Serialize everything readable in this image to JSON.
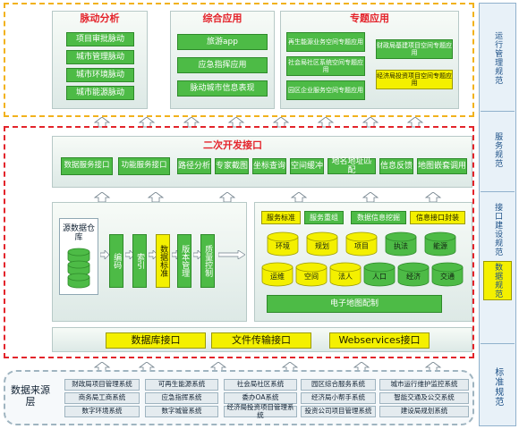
{
  "top": {
    "pulse": {
      "title": "脉动分析",
      "items": [
        "项目审批脉动",
        "城市管理脉动",
        "城市环境脉动",
        "城市能源脉动"
      ]
    },
    "integrated": {
      "title": "综合应用",
      "items": [
        "旅游app",
        "应急指挥应用",
        "脉动城市信息表现"
      ]
    },
    "special": {
      "title": "专题应用",
      "items": [
        "再生能源业务空间专题应用",
        "社会局社区系统空间专题应用",
        "园区企业服务空间专题应用",
        "财政局基建项目空间专题应用",
        "经济局投资项目空间专题应用"
      ]
    }
  },
  "secondary": {
    "title": "二次开发接口",
    "data_service": "数据服务接口",
    "function_service": "功能服务接口",
    "functions": [
      "路径分析",
      "专家截图",
      "坐标查询",
      "空间缓冲",
      "地名地址匹配",
      "信息反馈",
      "地图嵌套调用"
    ]
  },
  "datalayer": {
    "warehouse": "源数据仓库",
    "steps": [
      "编码",
      "索引",
      "数据标准",
      "版本管理",
      "质量控制"
    ],
    "services": [
      "服务标准",
      "服务重组",
      "数据信息挖掘",
      "信息接口封装"
    ],
    "cylinders": [
      {
        "label": "环境",
        "color": "#f4f000"
      },
      {
        "label": "规划",
        "color": "#f4f000"
      },
      {
        "label": "项目",
        "color": "#f4f000"
      },
      {
        "label": "执法",
        "color": "#4dbb46"
      },
      {
        "label": "能源",
        "color": "#4dbb46"
      },
      {
        "label": "运维",
        "color": "#f4f000"
      },
      {
        "label": "空间",
        "color": "#f4f000"
      },
      {
        "label": "法人",
        "color": "#f4f000"
      },
      {
        "label": "人口",
        "color": "#4dbb46"
      },
      {
        "label": "经济",
        "color": "#4dbb46"
      },
      {
        "label": "交通",
        "color": "#4dbb46"
      }
    ],
    "map_config": "电子地图配制"
  },
  "interfaces": {
    "items": [
      "数据库接口",
      "文件传输接口",
      "Webservices接口"
    ]
  },
  "source": {
    "title": "数据来源层",
    "rows": [
      [
        "财政局项目管理系统",
        "可再生能源系统",
        "社会局社区系统",
        "园区综合服务系统",
        "城市运行维护监控系统"
      ],
      [
        "商务局工商系统",
        "应急指挥系统",
        "委办OA系统",
        "经济局小帮手系统",
        "智能交通及公交系统"
      ],
      [
        "数字环境系统",
        "数字城管系统",
        "经济局投资项目管理系统",
        "投资公司项目管理系统",
        "建设局规划系统"
      ]
    ]
  },
  "sidebar": {
    "items": [
      "运行管理规范",
      "服务规范",
      "接口建设规范",
      "数据规范",
      "标准规范"
    ]
  }
}
